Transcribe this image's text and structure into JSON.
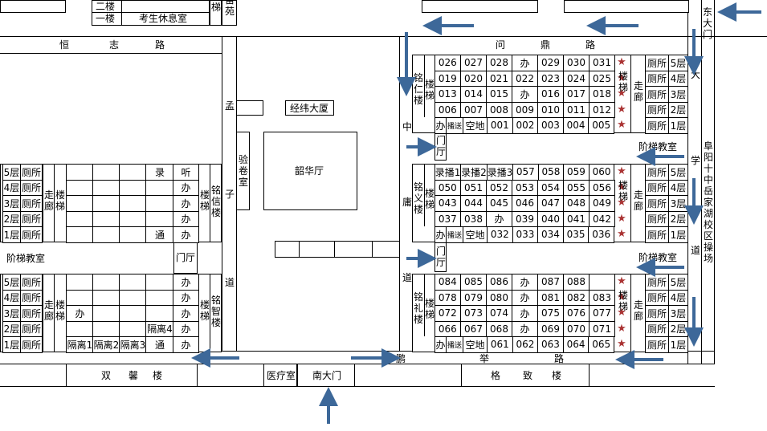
{
  "colors": {
    "arrow": "#3d6899",
    "star": "#a33333"
  },
  "roads": {
    "hengzhi": [
      "恒",
      "志",
      "路"
    ],
    "wending": [
      "问",
      "鼎",
      "路"
    ],
    "pengju": [
      "鹏",
      "举",
      "路"
    ],
    "daxuedao": [
      "大",
      "学",
      "道"
    ],
    "zhongyongdao": [
      "中",
      "庸",
      "道"
    ],
    "mengzidao": [
      "孟",
      "子",
      "道"
    ]
  },
  "top": {
    "second_floor": "二楼",
    "first_floor": "一楼",
    "rest_room": "考生休息室",
    "stair": "梯",
    "garden": "苗苑"
  },
  "east_gate": "东大门",
  "south_gate": "南大门",
  "clinic": "医疗室",
  "shuangxin": [
    "双",
    "馨",
    "楼"
  ],
  "gezhi": [
    "格",
    "致",
    "楼"
  ],
  "jingwei": "经纬大厦",
  "shaohua": "韶华厅",
  "yanjuan": "验卷室",
  "playground": "阜阳十中岳家湖校区操场",
  "lecture_hall": "阶梯教室",
  "lobby": "门厅",
  "labels": {
    "toilet": "厕所",
    "corridor": "走廊",
    "stairs": "楼梯",
    "broadcast_room": "播送",
    "empty": "空地"
  },
  "floors": [
    "5层",
    "4层",
    "3层",
    "2层",
    "1层"
  ],
  "buildings": {
    "mingren": {
      "name": "铭仁楼",
      "rows": [
        [
          "026",
          "027",
          "028",
          "办",
          "029",
          "030",
          "031"
        ],
        [
          "019",
          "020",
          "021",
          "022",
          "023",
          "024",
          "025"
        ],
        [
          "013",
          "014",
          "015",
          "办",
          "016",
          "017",
          "018"
        ],
        [
          "006",
          "007",
          "008",
          "009",
          "010",
          "011",
          "012"
        ],
        [
          "办",
          "播送",
          "空地",
          "001",
          "002",
          "003",
          "004",
          "005"
        ]
      ]
    },
    "mingyi": {
      "name": "铭义楼",
      "rows": [
        [
          "录播1",
          "录播2",
          "录播3",
          "057",
          "058",
          "059",
          "060"
        ],
        [
          "050",
          "051",
          "052",
          "053",
          "054",
          "055",
          "056"
        ],
        [
          "043",
          "044",
          "045",
          "046",
          "047",
          "048",
          "049"
        ],
        [
          "037",
          "038",
          "办",
          "039",
          "040",
          "041",
          "042"
        ],
        [
          "办",
          "播送",
          "空地",
          "032",
          "033",
          "034",
          "035",
          "036"
        ]
      ]
    },
    "mingli": {
      "name": "铭礼楼",
      "rows": [
        [
          "084",
          "085",
          "086",
          "办",
          "087",
          "088",
          ""
        ],
        [
          "078",
          "079",
          "080",
          "办",
          "081",
          "082",
          "083"
        ],
        [
          "072",
          "073",
          "074",
          "办",
          "075",
          "076",
          "077"
        ],
        [
          "066",
          "067",
          "068",
          "办",
          "069",
          "070",
          "071"
        ],
        [
          "办",
          "播送",
          "空地",
          "061",
          "062",
          "063",
          "064",
          "065"
        ]
      ]
    },
    "mingxin": {
      "name": "铭信楼",
      "rows": [
        [
          "",
          "",
          "",
          "录",
          "听"
        ],
        [
          "",
          "",
          "",
          "",
          "办"
        ],
        [
          "",
          "",
          "",
          "",
          "办"
        ],
        [
          "",
          "",
          "",
          "",
          "办"
        ],
        [
          "",
          "",
          "",
          "通",
          "办"
        ]
      ]
    },
    "mingzhi": {
      "name": "铭智楼",
      "rows": [
        [
          "",
          "",
          "",
          "",
          "办"
        ],
        [
          "",
          "",
          "",
          "",
          "办"
        ],
        [
          "办",
          "",
          "",
          "",
          "办"
        ],
        [
          "",
          "",
          "",
          "隔离4",
          "办"
        ],
        [
          "隔离1",
          "隔离2",
          "隔离3",
          "通",
          "办"
        ]
      ]
    }
  }
}
